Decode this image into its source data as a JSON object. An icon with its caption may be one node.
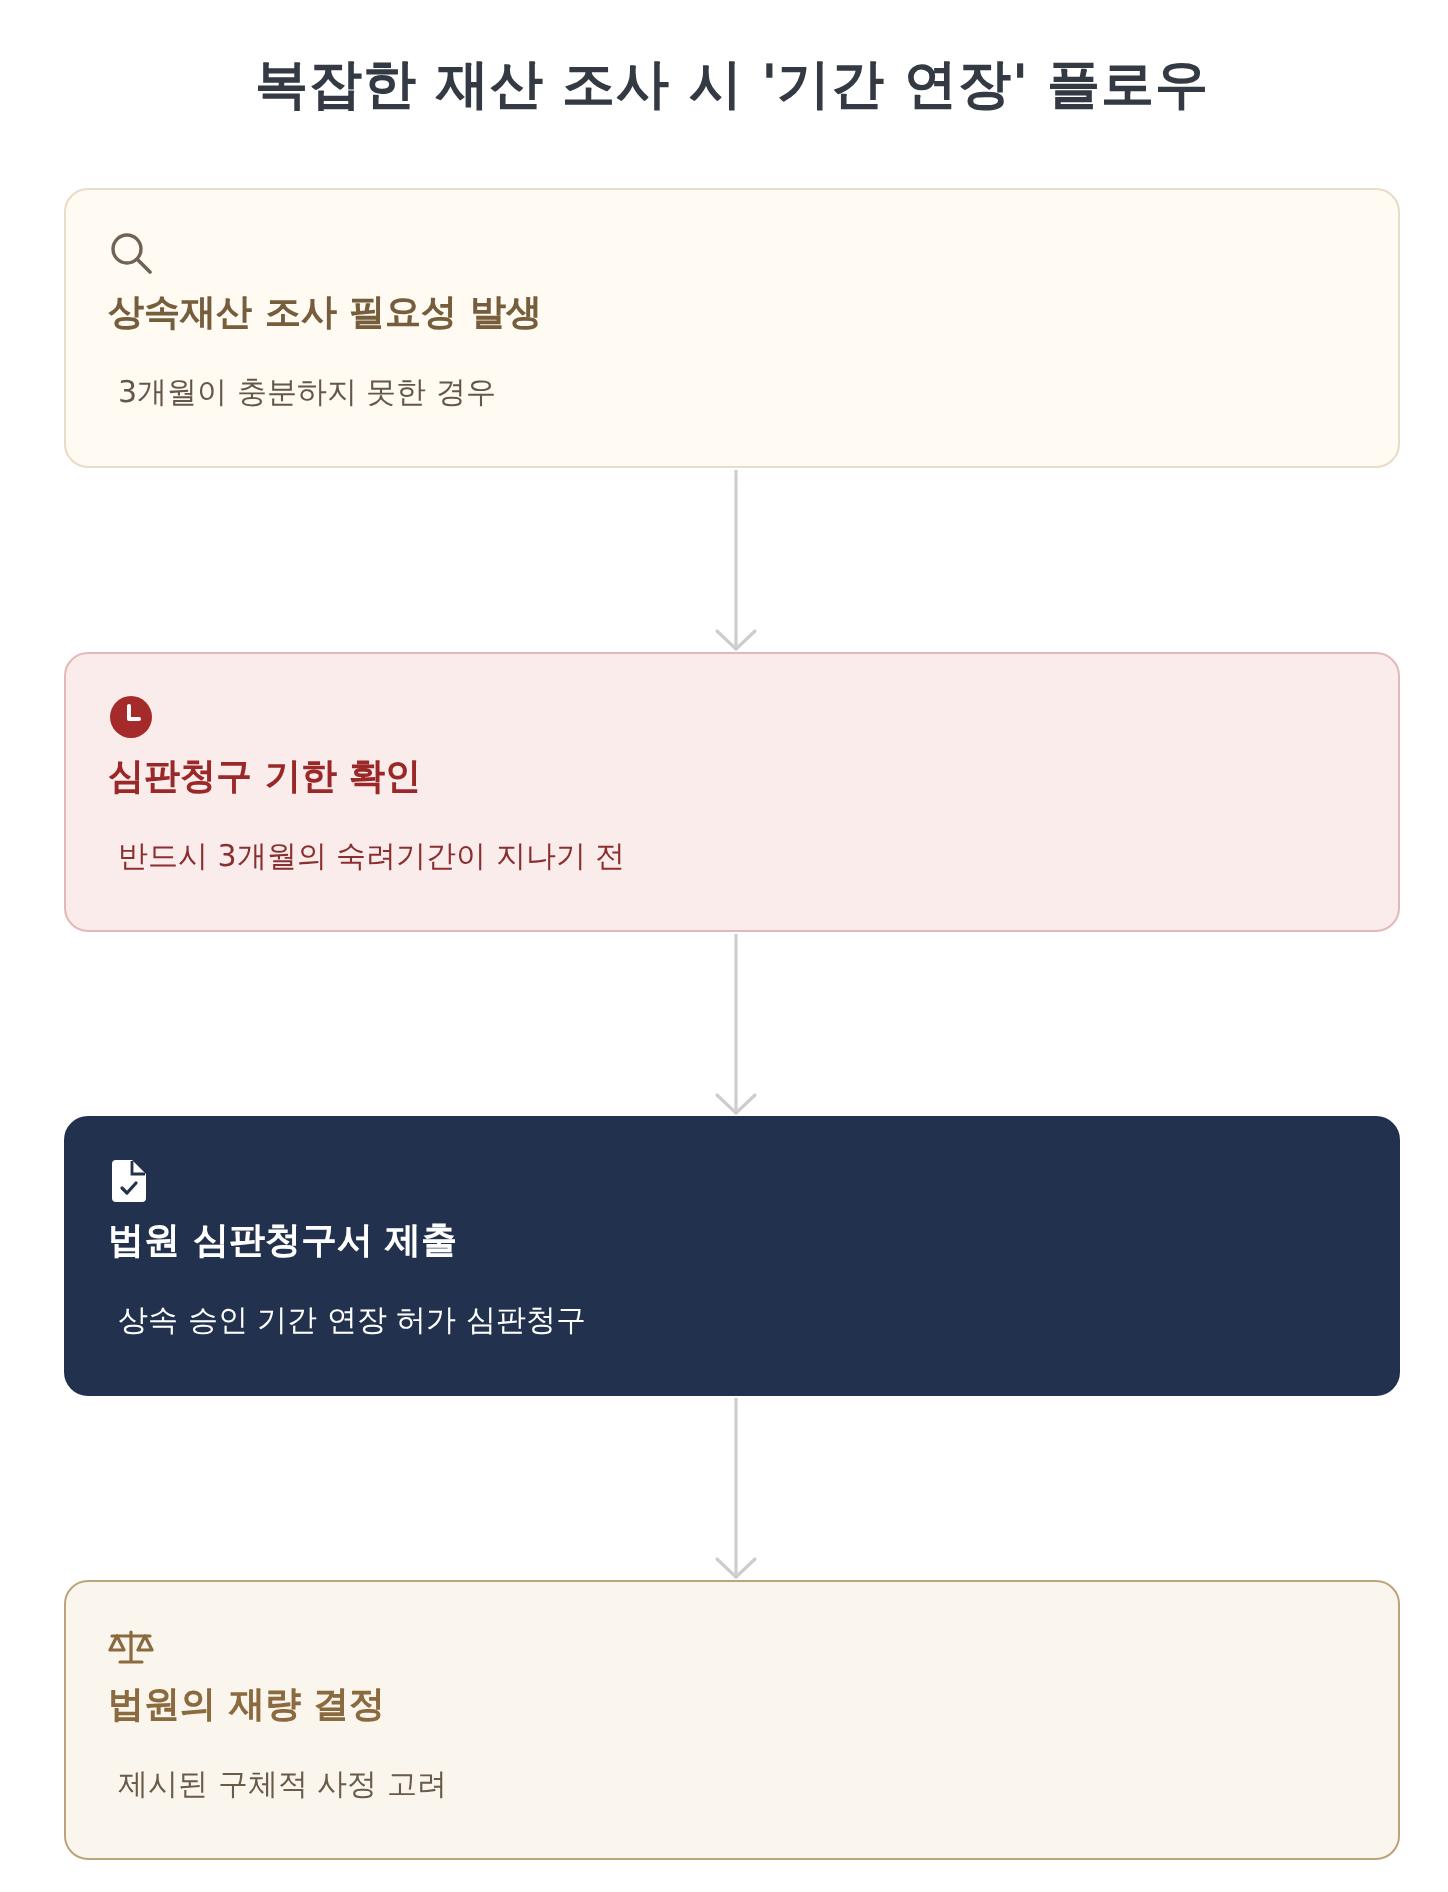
{
  "diagram": {
    "title": "복잡한 재산 조사 시 '기간 연장' 플로우",
    "nodes": [
      {
        "text": [
          "상속재산 조사 필요성 발생",
          "3개월이 충분하지 못한 경우"
        ]
      },
      {
        "text": [
          "심판청구 기한 확인",
          "반드시 3개월의 숙려기간이 지나기 전"
        ]
      },
      {
        "text": [
          "법원 심판청구서 제출",
          "상속 승인 기간 연장 허가 심판청구"
        ]
      },
      {
        "text": [
          "법원의 재량 결정",
          "제시된 구체적 사정 고려"
        ]
      }
    ],
    "edges": [
      {
        "from": 0,
        "to": 1,
        "arrow": "to"
      },
      {
        "from": 1,
        "to": 2,
        "arrow": "to"
      },
      {
        "from": 2,
        "to": 3,
        "arrow": "to"
      }
    ]
  }
}
